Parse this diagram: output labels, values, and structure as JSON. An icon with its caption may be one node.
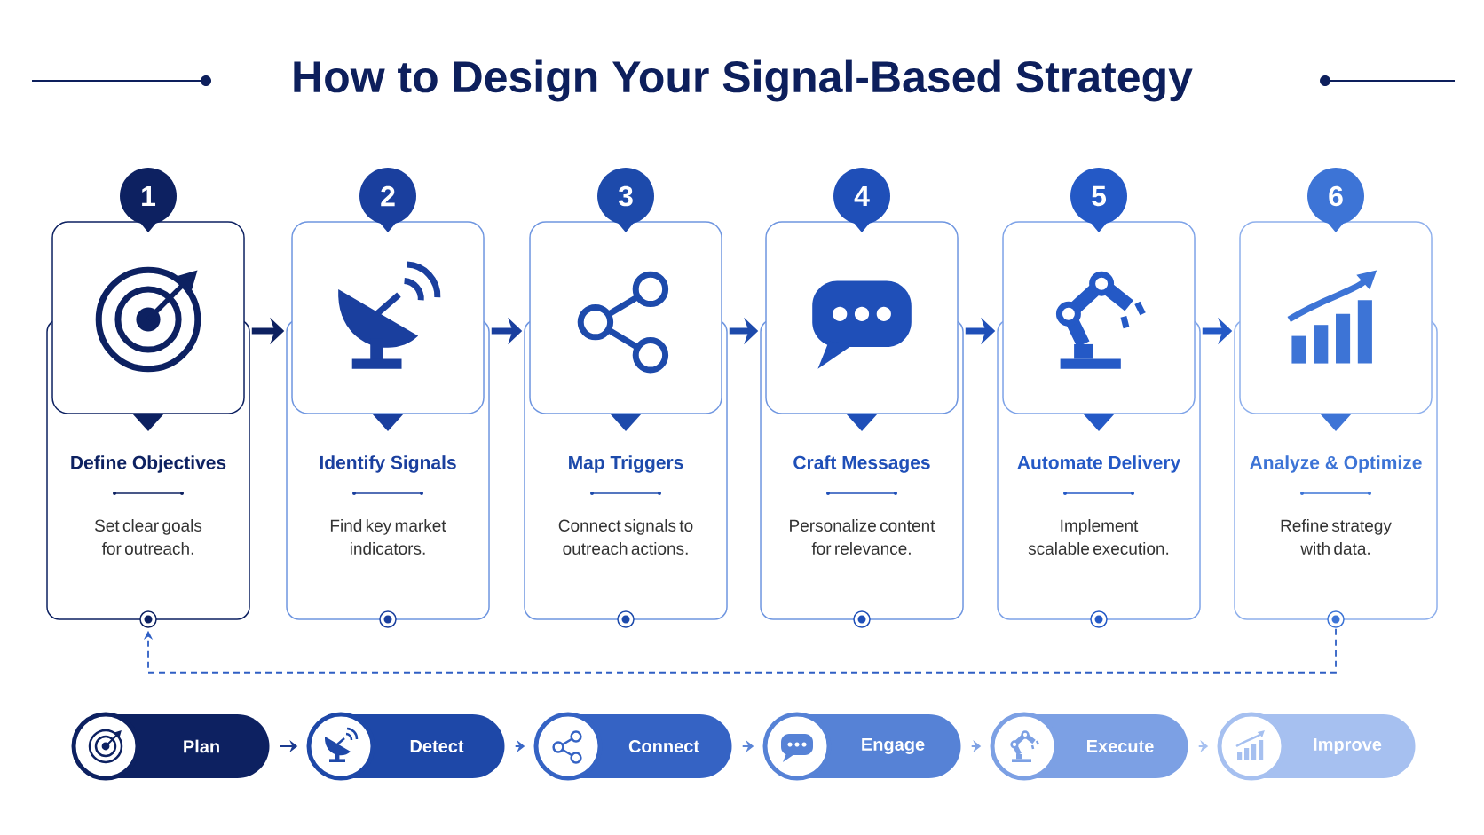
{
  "diagram": {
    "title": "How to Design Your Signal-Based Strategy",
    "nodes": [
      {
        "text": [
          "1"
        ]
      },
      {
        "text": [
          "2"
        ]
      },
      {
        "text": [
          "3"
        ]
      },
      {
        "text": [
          "4"
        ]
      },
      {
        "text": [
          "5"
        ]
      },
      {
        "text": [
          "6"
        ]
      },
      {
        "text": [
          "Define Objectives",
          "Set clear goals for outreach."
        ]
      },
      {
        "text": [
          "Identify Signals",
          "Find key market indicators."
        ]
      },
      {
        "text": [
          "Map Triggers",
          "Connect signals to outreach actions."
        ]
      },
      {
        "text": [
          "Craft Messages",
          "Personalize content for relevance."
        ]
      },
      {
        "text": [
          "Automate Delivery",
          "Implement scalable execution."
        ]
      },
      {
        "text": [
          "Analyze & Optimize",
          "Refine strategy with data."
        ]
      },
      {
        "text": [
          "Plan"
        ]
      },
      {
        "text": [
          "Detect"
        ]
      },
      {
        "text": [
          "Connect"
        ]
      },
      {
        "text": [
          "Engage"
        ]
      },
      {
        "text": [
          "Execute"
        ]
      },
      {
        "text": [
          "Improve"
        ]
      }
    ],
    "edges": [
      {
        "from": 6,
        "to": 7,
        "arrow": "to",
        "style": "thick",
        "color": "#0d2161"
      },
      {
        "from": 7,
        "to": 8,
        "arrow": "to",
        "style": "thick",
        "color": "#1a3f9e"
      },
      {
        "from": 8,
        "to": 9,
        "arrow": "to",
        "style": "thick",
        "color": "#1d4aab"
      },
      {
        "from": 9,
        "to": 10,
        "arrow": "to",
        "style": "thick",
        "color": "#1f4fb8"
      },
      {
        "from": 10,
        "to": 11,
        "arrow": "to",
        "style": "thick",
        "color": "#2459c6"
      },
      {
        "from": 11,
        "to": 6,
        "arrow": "to",
        "style": "dashed",
        "color": "#2f5fc4"
      },
      {
        "from": 12,
        "to": 13,
        "arrow": "to",
        "color": "#1a3a8f"
      },
      {
        "from": 13,
        "to": 14,
        "arrow": "to",
        "color": "#3a67c6"
      },
      {
        "from": 14,
        "to": 15,
        "arrow": "to",
        "color": "#5a84d6"
      },
      {
        "from": 15,
        "to": 16,
        "arrow": "to",
        "color": "#7fa2e4"
      },
      {
        "from": 16,
        "to": 17,
        "arrow": "to",
        "color": "#a6c0f0"
      }
    ]
  }
}
